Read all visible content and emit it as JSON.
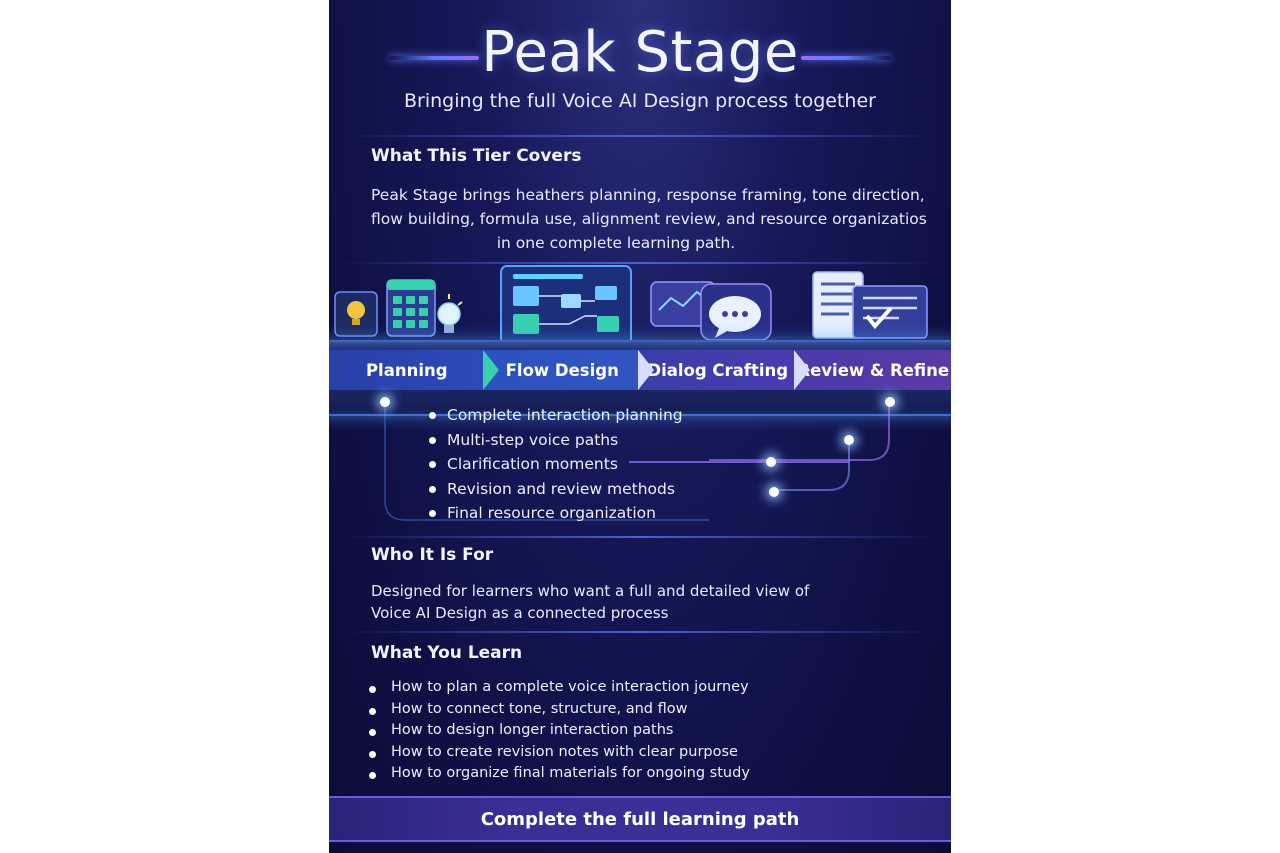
{
  "header": {
    "title": "Peak Stage",
    "subtitle": "Bringing the full Voice AI Design process together"
  },
  "covers": {
    "heading": "What This Tier Covers",
    "lines": [
      "Peak Stage brings heathers planning, response framing, tone direction,",
      "flow building, formula use, alignment review, and resource organizatios",
      "in one complete learning path."
    ]
  },
  "stages": [
    {
      "label": "Planning",
      "icon": "idea-calendar-icon"
    },
    {
      "label": "Flow Design",
      "icon": "flowchart-screen-icon"
    },
    {
      "label": "Dialog Crafting",
      "icon": "chat-bubble-icon"
    },
    {
      "label": "Review & Refine",
      "icon": "checklist-document-icon"
    }
  ],
  "stage_bullets": [
    "Complete interaction planning",
    "Multi-step voice paths",
    "Clarification moments",
    "Revision and review methods",
    "Final resource organization"
  ],
  "audience": {
    "heading": "Who It Is For",
    "lines": [
      "Designed for learners who want a full and detailed view of",
      "Voice AI Design as a connected process"
    ]
  },
  "learn": {
    "heading": "What You Learn",
    "items": [
      "How to plan a complete voice interaction journey",
      "How to connect tone, structure, and flow",
      "How to design longer interaction paths",
      "How to create revision notes with clear purpose",
      "How to organize final materials for ongoing study"
    ]
  },
  "cta": {
    "label": "Complete the full learning path"
  },
  "colors": {
    "background": "#14165a",
    "accent_teal": "#39d0b0",
    "accent_purple": "#6b5be0"
  }
}
